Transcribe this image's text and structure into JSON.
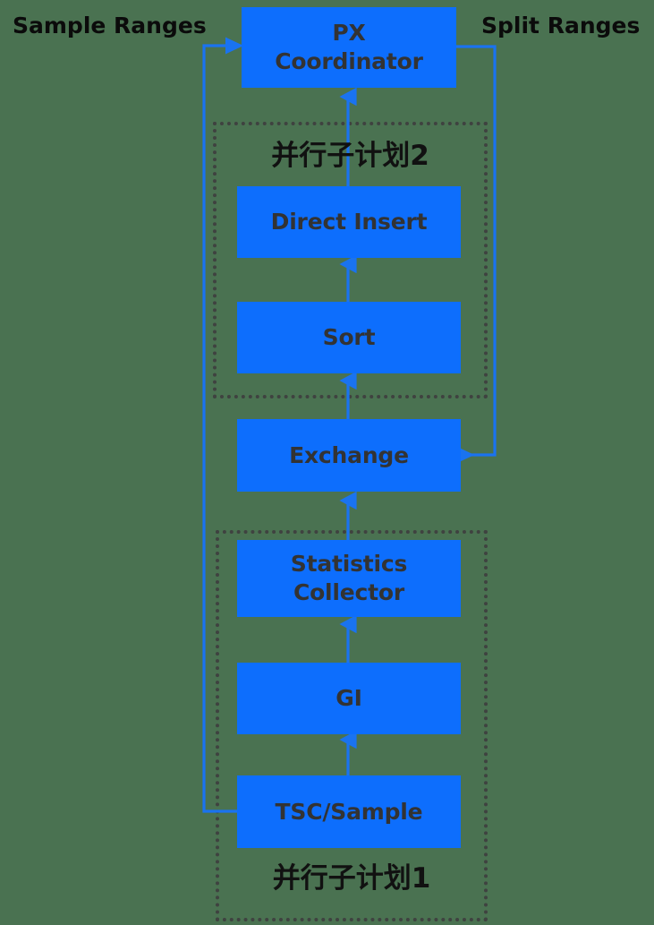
{
  "diagram": {
    "title": "PX parallel execution plan",
    "background_color": "#4a7251",
    "node_color": "#0d6efd",
    "node_text_color": "#333333",
    "connector_color": "#1a73f0",
    "group_border_color": "#3f4240",
    "label_color": "#0b0b0b"
  },
  "edge_labels": {
    "left": "Sample Ranges",
    "right": "Split Ranges"
  },
  "groups": [
    {
      "id": "subplan2",
      "caption": "并行子计划2"
    },
    {
      "id": "subplan1",
      "caption": "并行子计划1"
    }
  ],
  "nodes": [
    {
      "id": "px-coordinator",
      "label": "PX\nCoordinator"
    },
    {
      "id": "direct-insert",
      "label": "Direct Insert"
    },
    {
      "id": "sort",
      "label": "Sort"
    },
    {
      "id": "exchange",
      "label": "Exchange"
    },
    {
      "id": "statistics-collector",
      "label": "Statistics\nCollector"
    },
    {
      "id": "gi",
      "label": "GI"
    },
    {
      "id": "tsc-sample",
      "label": "TSC/Sample"
    }
  ]
}
